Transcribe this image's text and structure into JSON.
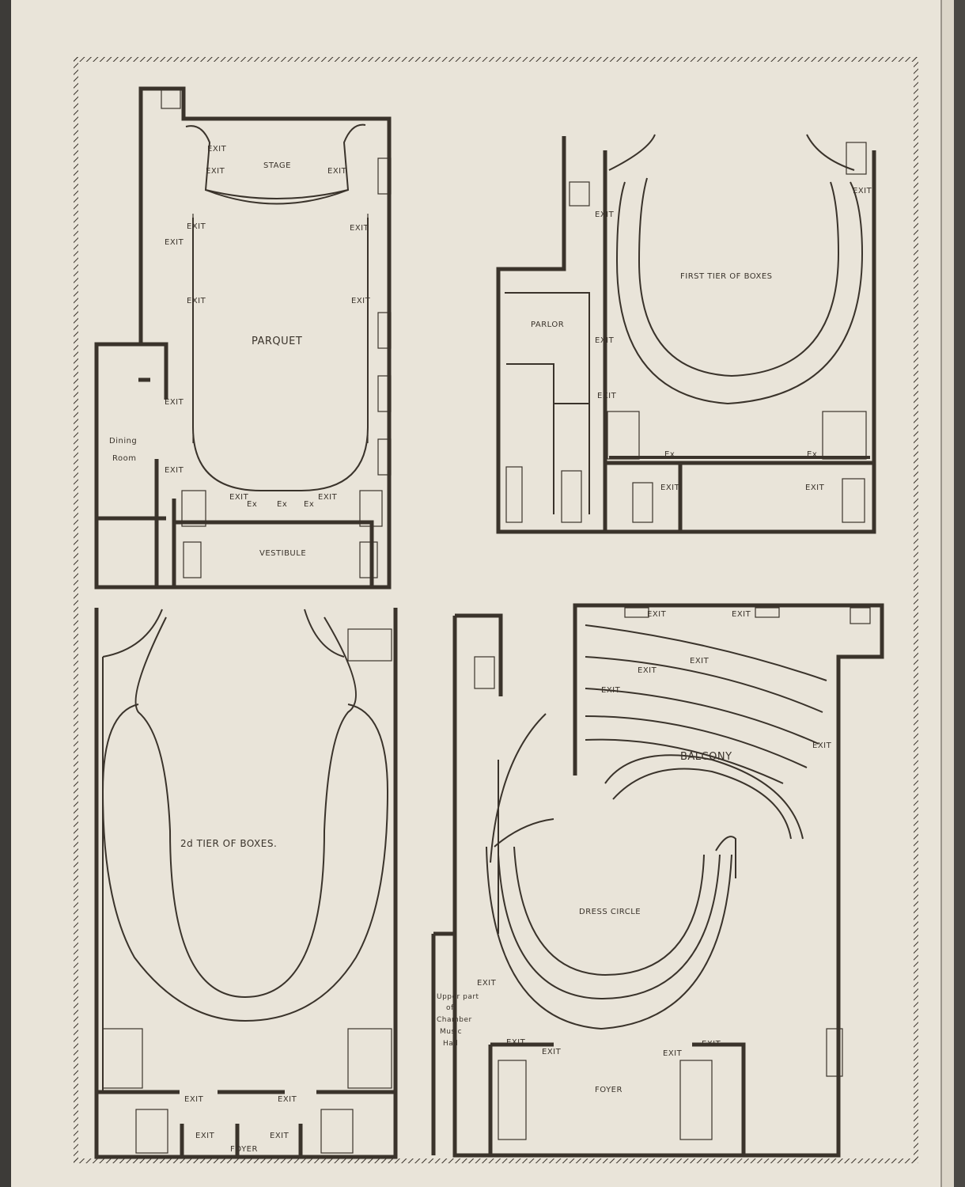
{
  "plans": {
    "parquet": {
      "title": "PARQUET",
      "stage": "STAGE",
      "dining": [
        "Dining",
        "Room"
      ],
      "vestibule": "VESTIBULE",
      "exit": "EXIT",
      "ex": "Ex"
    },
    "first_tier": {
      "title": "FIRST TIER OF BOXES",
      "parlor": "PARLOR",
      "exit": "EXIT",
      "ex": "Ex"
    },
    "second_tier": {
      "title": "2d TIER OF BOXES.",
      "foyer": "FOYER",
      "exit": "EXIT"
    },
    "balcony": {
      "title": "BALCONY",
      "dress_circle": "DRESS CIRCLE",
      "chamber": [
        "Upper part",
        "of",
        "Chamber",
        "Music",
        "Hall"
      ],
      "foyer": "FOYER",
      "exit": "EXIT"
    }
  },
  "colors": {
    "paper": "#e9e4d9",
    "ink": "#3a332b",
    "binding": "#3d3b38"
  }
}
